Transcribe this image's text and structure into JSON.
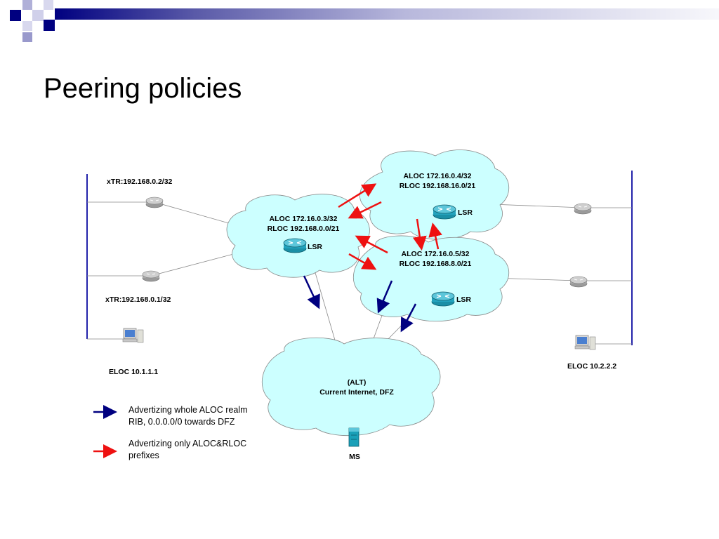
{
  "slide": {
    "title": "Peering policies",
    "accent_color": "#000080",
    "accent_light": "#9999cc"
  },
  "diagram": {
    "clouds": [
      {
        "id": "aloc4",
        "aloc": "ALOC 172.16.0.4/32",
        "rloc": "RLOC 192.168.16.0/21",
        "router": "LSR"
      },
      {
        "id": "aloc3",
        "aloc": "ALOC 172.16.0.3/32",
        "rloc": "RLOC 192.168.0.0/21",
        "router": "LSR"
      },
      {
        "id": "aloc5",
        "aloc": "ALOC 172.16.0.5/32",
        "rloc": "RLOC 192.168.8.0/21",
        "router": "LSR"
      },
      {
        "id": "alt",
        "line1": "(ALT)",
        "line2": "Current Internet, DFZ",
        "server": "MS"
      }
    ],
    "xtr_top": "xTR:192.168.0.2/32",
    "xtr_bottom": "xTR:192.168.0.1/32",
    "eloc_left": "ELOC 10.1.1.1",
    "eloc_right": "ELOC 10.2.2.2",
    "cloud_color": "#ccffff",
    "blue_arrow_color": "#000080",
    "red_arrow_color": "#ee1111"
  },
  "legend": {
    "blue_line1": "Advertizing whole ALOC realm",
    "blue_line2": "RIB, 0.0.0.0/0 towards DFZ",
    "red_line1": "Advertizing only ALOC&RLOC",
    "red_line2": "prefixes"
  }
}
